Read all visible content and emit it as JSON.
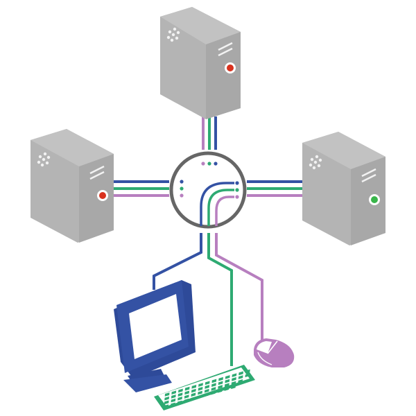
{
  "diagram": {
    "type": "kvm-switch",
    "colors": {
      "server_body": "#b4b4b4",
      "server_shade": "#a6a6a6",
      "server_detail": "#f2f2f2",
      "hub_ring": "#666666",
      "video_cable": "#3452a4",
      "keyboard_cable": "#2eaa72",
      "mouse_cable": "#b77fbf",
      "power_off_led": "#d9321f",
      "power_on_led": "#39b54a",
      "monitor": "#3452a4",
      "keyboard": "#2eaa72",
      "mouse": "#b77fbf"
    },
    "nodes": [
      {
        "id": "server-top",
        "kind": "server",
        "icon": "server-tower-icon",
        "power": "off"
      },
      {
        "id": "server-left",
        "kind": "server",
        "icon": "server-tower-icon",
        "power": "off"
      },
      {
        "id": "server-right",
        "kind": "server",
        "icon": "server-tower-icon",
        "power": "on"
      },
      {
        "id": "kvm-hub",
        "kind": "switch",
        "icon": "kvm-switch-icon"
      },
      {
        "id": "monitor",
        "kind": "display",
        "icon": "monitor-icon"
      },
      {
        "id": "keyboard",
        "kind": "input",
        "icon": "keyboard-icon"
      },
      {
        "id": "mouse",
        "kind": "input",
        "icon": "mouse-icon"
      }
    ]
  }
}
